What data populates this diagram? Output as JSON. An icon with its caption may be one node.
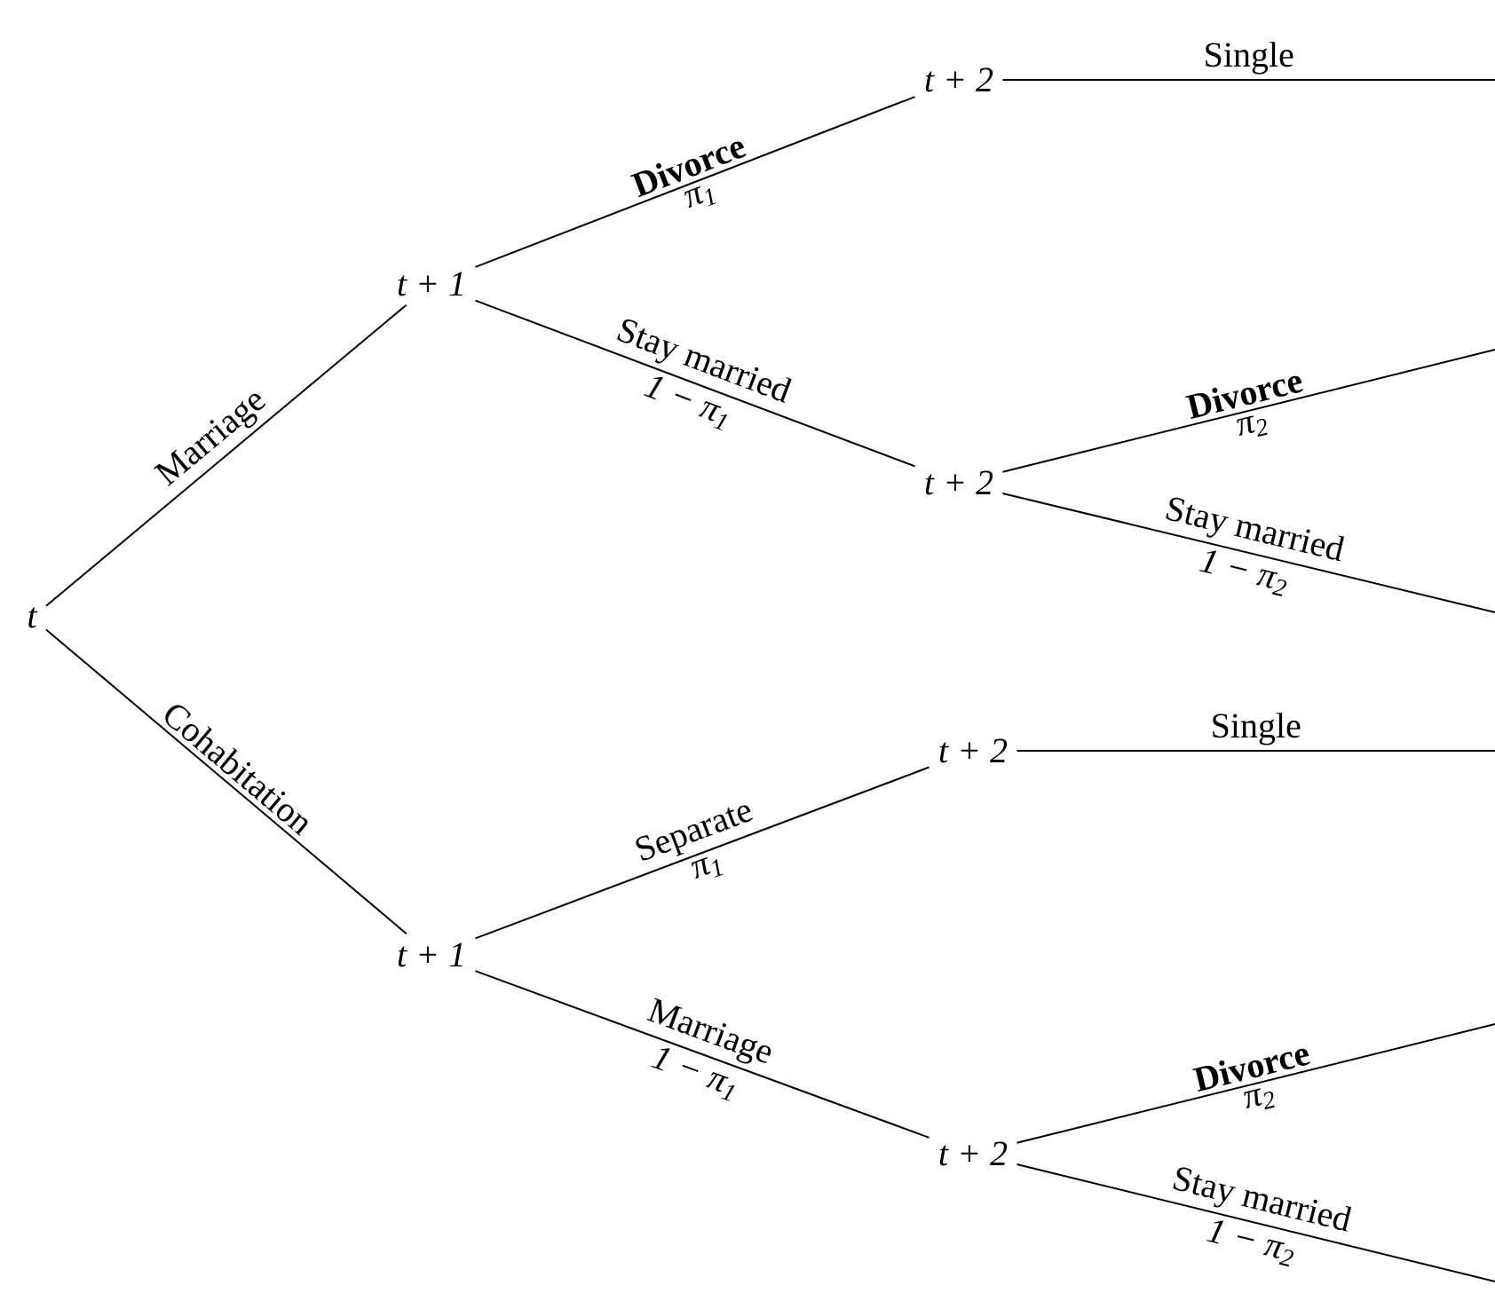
{
  "diagram": {
    "nodes": [
      {
        "text": [
          "t"
        ]
      },
      {
        "text": [
          "t + 1"
        ]
      },
      {
        "text": [
          "t + 1"
        ]
      },
      {
        "text": [
          "t + 2"
        ]
      },
      {
        "text": [
          "t + 2"
        ]
      },
      {
        "text": [
          "t + 2"
        ]
      },
      {
        "text": [
          "t + 2"
        ]
      }
    ],
    "edges": [
      {
        "from": 0,
        "to": 1,
        "arrow": "none",
        "label": "Marriage"
      },
      {
        "from": 0,
        "to": 2,
        "arrow": "none",
        "label": "Cohabitation"
      },
      {
        "from": 1,
        "to": 3,
        "arrow": "none",
        "label": "**Divorce**"
      },
      {
        "from": 1,
        "to": 4,
        "arrow": "none",
        "label": "Stay married"
      },
      {
        "from": 3,
        "to": null,
        "arrow": "none",
        "label": "Single"
      },
      {
        "from": 4,
        "to": null,
        "arrow": "none",
        "label": "**Divorce**"
      },
      {
        "from": 4,
        "to": null,
        "arrow": "none",
        "label": "Stay married"
      },
      {
        "from": 2,
        "to": 5,
        "arrow": "none",
        "label": "Separate"
      },
      {
        "from": 2,
        "to": 6,
        "arrow": "none",
        "label": "Marriage"
      },
      {
        "from": 5,
        "to": null,
        "arrow": "none",
        "label": "Single"
      },
      {
        "from": 6,
        "to": null,
        "arrow": "none",
        "label": "**Divorce**"
      },
      {
        "from": 6,
        "to": null,
        "arrow": "none",
        "label": "Stay married"
      }
    ],
    "labels": [
      "π$_{1}$",
      "1 − π$_{1}$",
      "π$_{2}$",
      "1 − π$_{2}$",
      "π$_{1}$",
      "1 − π$_{1}$",
      "π$_{2}$",
      "1 − π$_{2}$"
    ]
  }
}
